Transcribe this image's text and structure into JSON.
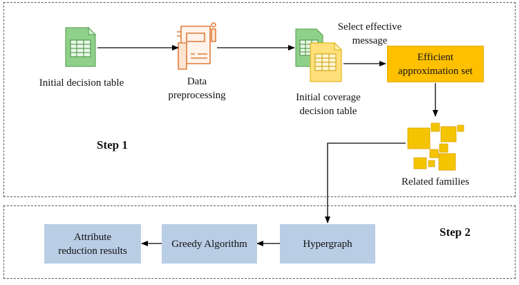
{
  "steps": {
    "step1": "Step 1",
    "step2": "Step 2"
  },
  "nodes": {
    "initial_table": "Initial decision table",
    "data_preprocessing": "Data\npreprocessing",
    "select_message": "Select effective\nmessage",
    "initial_coverage": "Initial coverage\ndecision table",
    "efficient_set": "Efficient\napproximation set",
    "related_families": "Related families",
    "hypergraph": "Hypergraph",
    "greedy": "Greedy Algorithm",
    "attribute_results": "Attribute\nreduction results"
  },
  "colors": {
    "yellow_box": "#ffc000",
    "blue_box": "#b9cde5",
    "sheet_green": "#70ad47",
    "sheet_yellow": "#ffd966",
    "device_orange": "#e07b39",
    "families_yellow": "#f5c400"
  },
  "icons": [
    "spreadsheet-icon",
    "data-device-icon",
    "stacked-spreadsheet-icon",
    "related-families-icon"
  ]
}
